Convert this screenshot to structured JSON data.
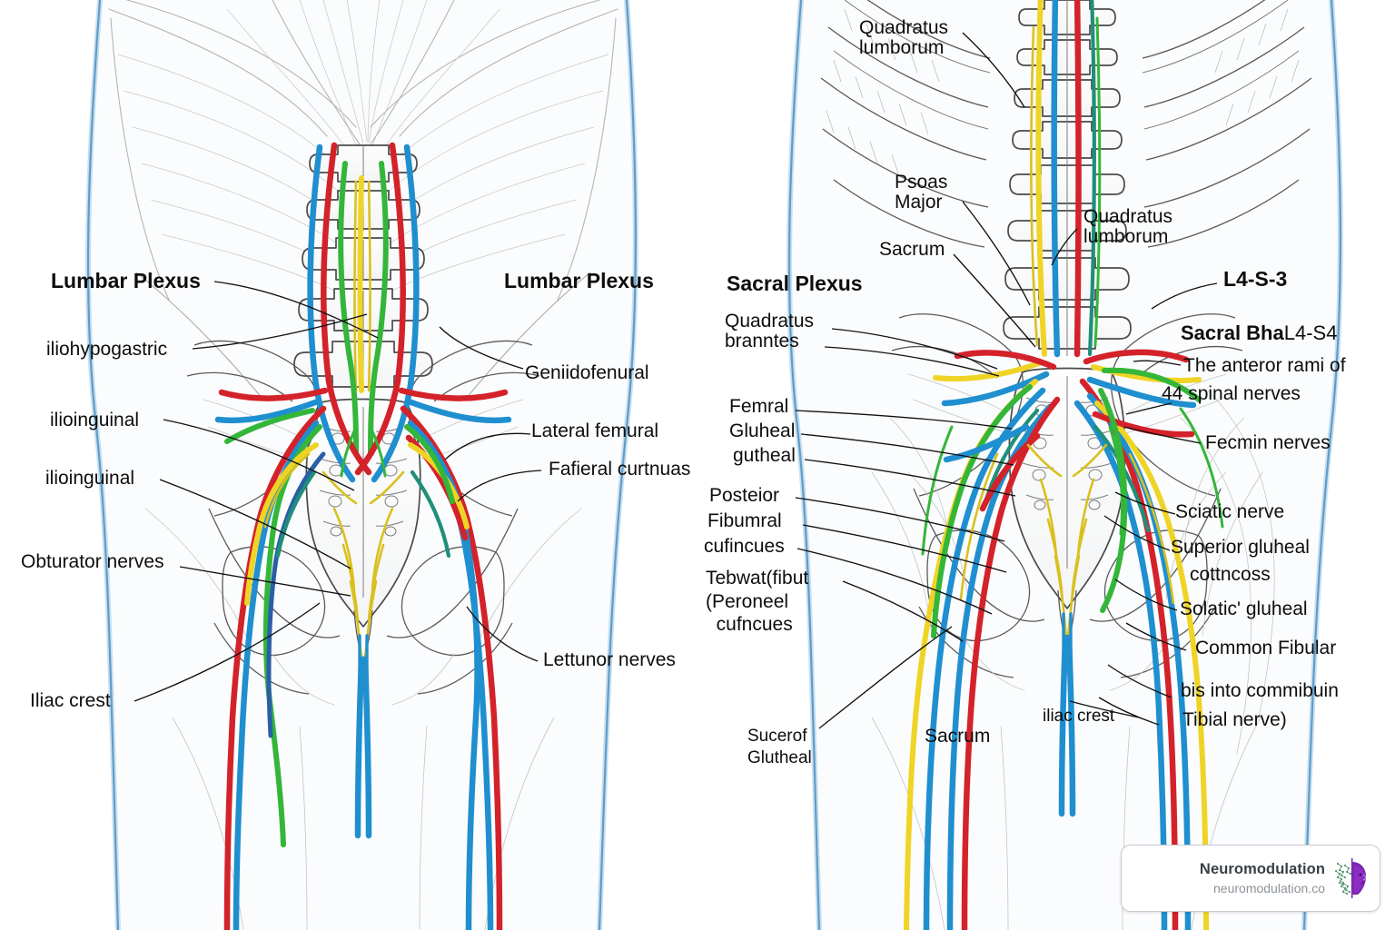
{
  "figure": {
    "title": "Lumbar and Sacral Plexus Posterior View",
    "panels": [
      "lumbar-plexus-panel",
      "sacral-plexus-panel"
    ]
  },
  "colors": {
    "nerve_red": "#d4222a",
    "nerve_blue": "#1f8fd0",
    "nerve_green": "#34b63a",
    "nerve_yellow": "#efd425",
    "nerve_darkblue": "#2a5ea8",
    "nerve_teal": "#1f8f7a",
    "bone_outline": "#3f3f3f",
    "muscle_line": "#9a9a9a",
    "body_edge": "#6ea6cf",
    "body_fill": "#fbfcfd",
    "leader_line": "#111111",
    "text": "#0d0d0d",
    "watermark_name": "#3a3f44",
    "watermark_url": "#8d9399",
    "watermark_logo": "#6b1f9e"
  },
  "left_panel": {
    "headings": [
      {
        "text": "Lumbar Plexus",
        "side": "left"
      },
      {
        "text": "Lumbar Plexus",
        "side": "right"
      }
    ],
    "labels_left": [
      "iliohypogastric",
      "ilioinguinal",
      "ilioinguinal",
      "Obturator nerves",
      "Iliac crest"
    ],
    "labels_right": [
      "Geniidofenural",
      "Lateral femural",
      "Fafieral curtnuas",
      "Lettunor nerves"
    ]
  },
  "right_panel": {
    "headings": [
      {
        "text": "Sacral Plexus",
        "side": "left"
      },
      {
        "text": "L4-S-3",
        "side": "right"
      }
    ],
    "sacral_branches": {
      "bold": "Sacral Bha",
      "regular": "L4-S4"
    },
    "labels_top": [
      "Quadratus\nlumborum",
      "Psoas\nMajor",
      "Sacrum",
      "Quadratus\nlumborum"
    ],
    "labels_left": [
      "Quadratus\nbranntes",
      "Femral",
      "Gluheal",
      "gutheal",
      "Posteior",
      "Fibumral",
      "cufincues",
      "Tebwat(fibut\n(Peroneel\n  cufncues",
      "Sucerof\nGlutheal"
    ],
    "labels_right": [
      "The anteror rami of",
      "44 spinal nerves",
      "Fecmin nerves",
      "Sciatic nerve",
      "Superior gluheal",
      "cottncoss",
      "Solatic' gluheal",
      "Common Fibular",
      "bis into commibuin",
      "Tibial nerve)"
    ],
    "labels_bottom": [
      "Sacrum",
      "iliac crest"
    ]
  },
  "watermark": {
    "name": "Neuromodulation",
    "url": "neuromodulation.co",
    "logo": "head-profile-icon"
  }
}
